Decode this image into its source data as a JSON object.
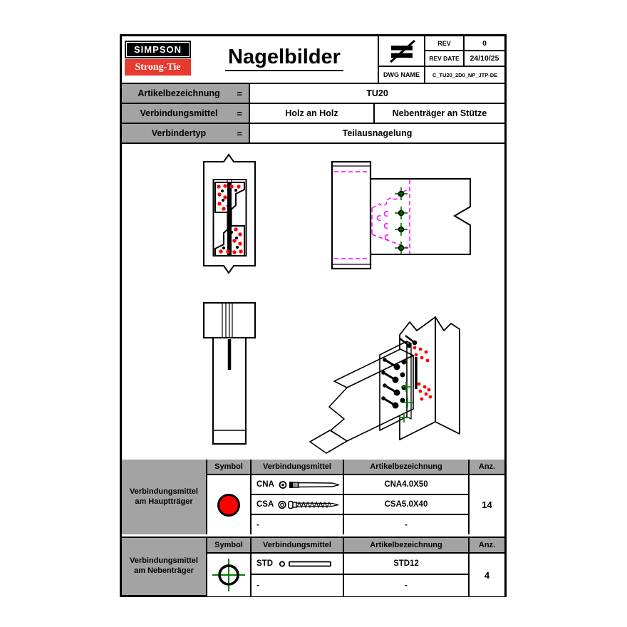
{
  "header": {
    "logo": {
      "top": "SIMPSON",
      "bottom": "Strong-Tie"
    },
    "title": "Nagelbilder",
    "projection_icon": "not-equal-projection-symbol",
    "rev": {
      "label": "REV",
      "value": "0"
    },
    "rev_date": {
      "label": "REV DATE",
      "value": "24/10/25"
    },
    "dwg": {
      "label": "DWG NAME",
      "value": "C_TU20_2D0_NP_JTP-DE"
    }
  },
  "attributes": {
    "rows": [
      {
        "label": "Artikelbezeichnung",
        "eq": "=",
        "value": "TU20"
      },
      {
        "label": "Verbindungsmittel",
        "eq": "=",
        "value_left": "Holz an Holz",
        "value_right": "Nebenträger an Stütze"
      },
      {
        "label": "Verbindertyp",
        "eq": "=",
        "value": "Teilausnagelung"
      }
    ]
  },
  "drawings": {
    "views": [
      "front-view",
      "side-view",
      "top-view",
      "isometric-view"
    ],
    "legend_colors": {
      "installed_nail": "#ff0000",
      "hidden_lines": "#ff00ff",
      "secondary_fastener": "#008000"
    }
  },
  "tables": {
    "haupttraeger": {
      "title": "Verbindungsmittel am Hauptträger",
      "columns": [
        "Symbol",
        "Verbindungsmittel",
        "Artikelbezeichnung",
        "Anz."
      ],
      "symbol": "red-filled-circle",
      "rows": [
        {
          "code": "CNA",
          "icon": "nail-icon",
          "article": "CNA4.0X50"
        },
        {
          "code": "CSA",
          "icon": "screw-icon",
          "article": "CSA5.0X40"
        },
        {
          "code": "-",
          "icon": "",
          "article": "-"
        }
      ],
      "count": "14"
    },
    "nebentraeger": {
      "title": "Verbindungsmittel am Nebenträger",
      "columns": [
        "Symbol",
        "Verbindungsmittel",
        "Artikelbezeichnung",
        "Anz."
      ],
      "symbol": "crosshair-target",
      "rows": [
        {
          "code": "STD",
          "icon": "dowel-icon",
          "article": "STD12"
        },
        {
          "code": "-",
          "icon": "",
          "article": "-"
        }
      ],
      "count": "4"
    }
  },
  "colors": {
    "brand_red": "#e8392e",
    "nail_red": "#ff0000",
    "hidden_magenta": "#ff00ff",
    "fastener_green": "#008000",
    "cell_gray": "#a3a3a3"
  }
}
